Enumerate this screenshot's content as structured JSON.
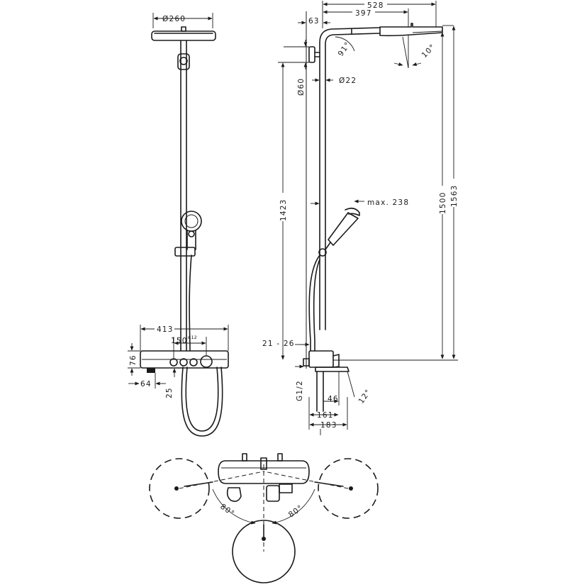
{
  "dimensions": {
    "front_head_diameter": "Ø260",
    "body_width": "413",
    "valve_spacing": "150",
    "valve_spacing_tolerance": "±12",
    "body_height": "76",
    "outlet_offset": "64",
    "outlet_depth": "25",
    "arm_reach": "528",
    "arm_to_head": "397",
    "wall_offset": "63",
    "arm_angle": "91°",
    "head_tilt": "10°",
    "flange_diameter": "Ø60",
    "pipe_diameter": "Ø22",
    "rail_height": "1423",
    "head_height": "1500",
    "total_height": "1563",
    "handshower_max": "max. 238",
    "wall_range": "21 - 26",
    "thread": "G1/2",
    "spout_46": "46",
    "spout_angle": "12°",
    "spout_161": "161",
    "spout_183": "183",
    "swivel_left": "80°",
    "swivel_right": "80°"
  }
}
